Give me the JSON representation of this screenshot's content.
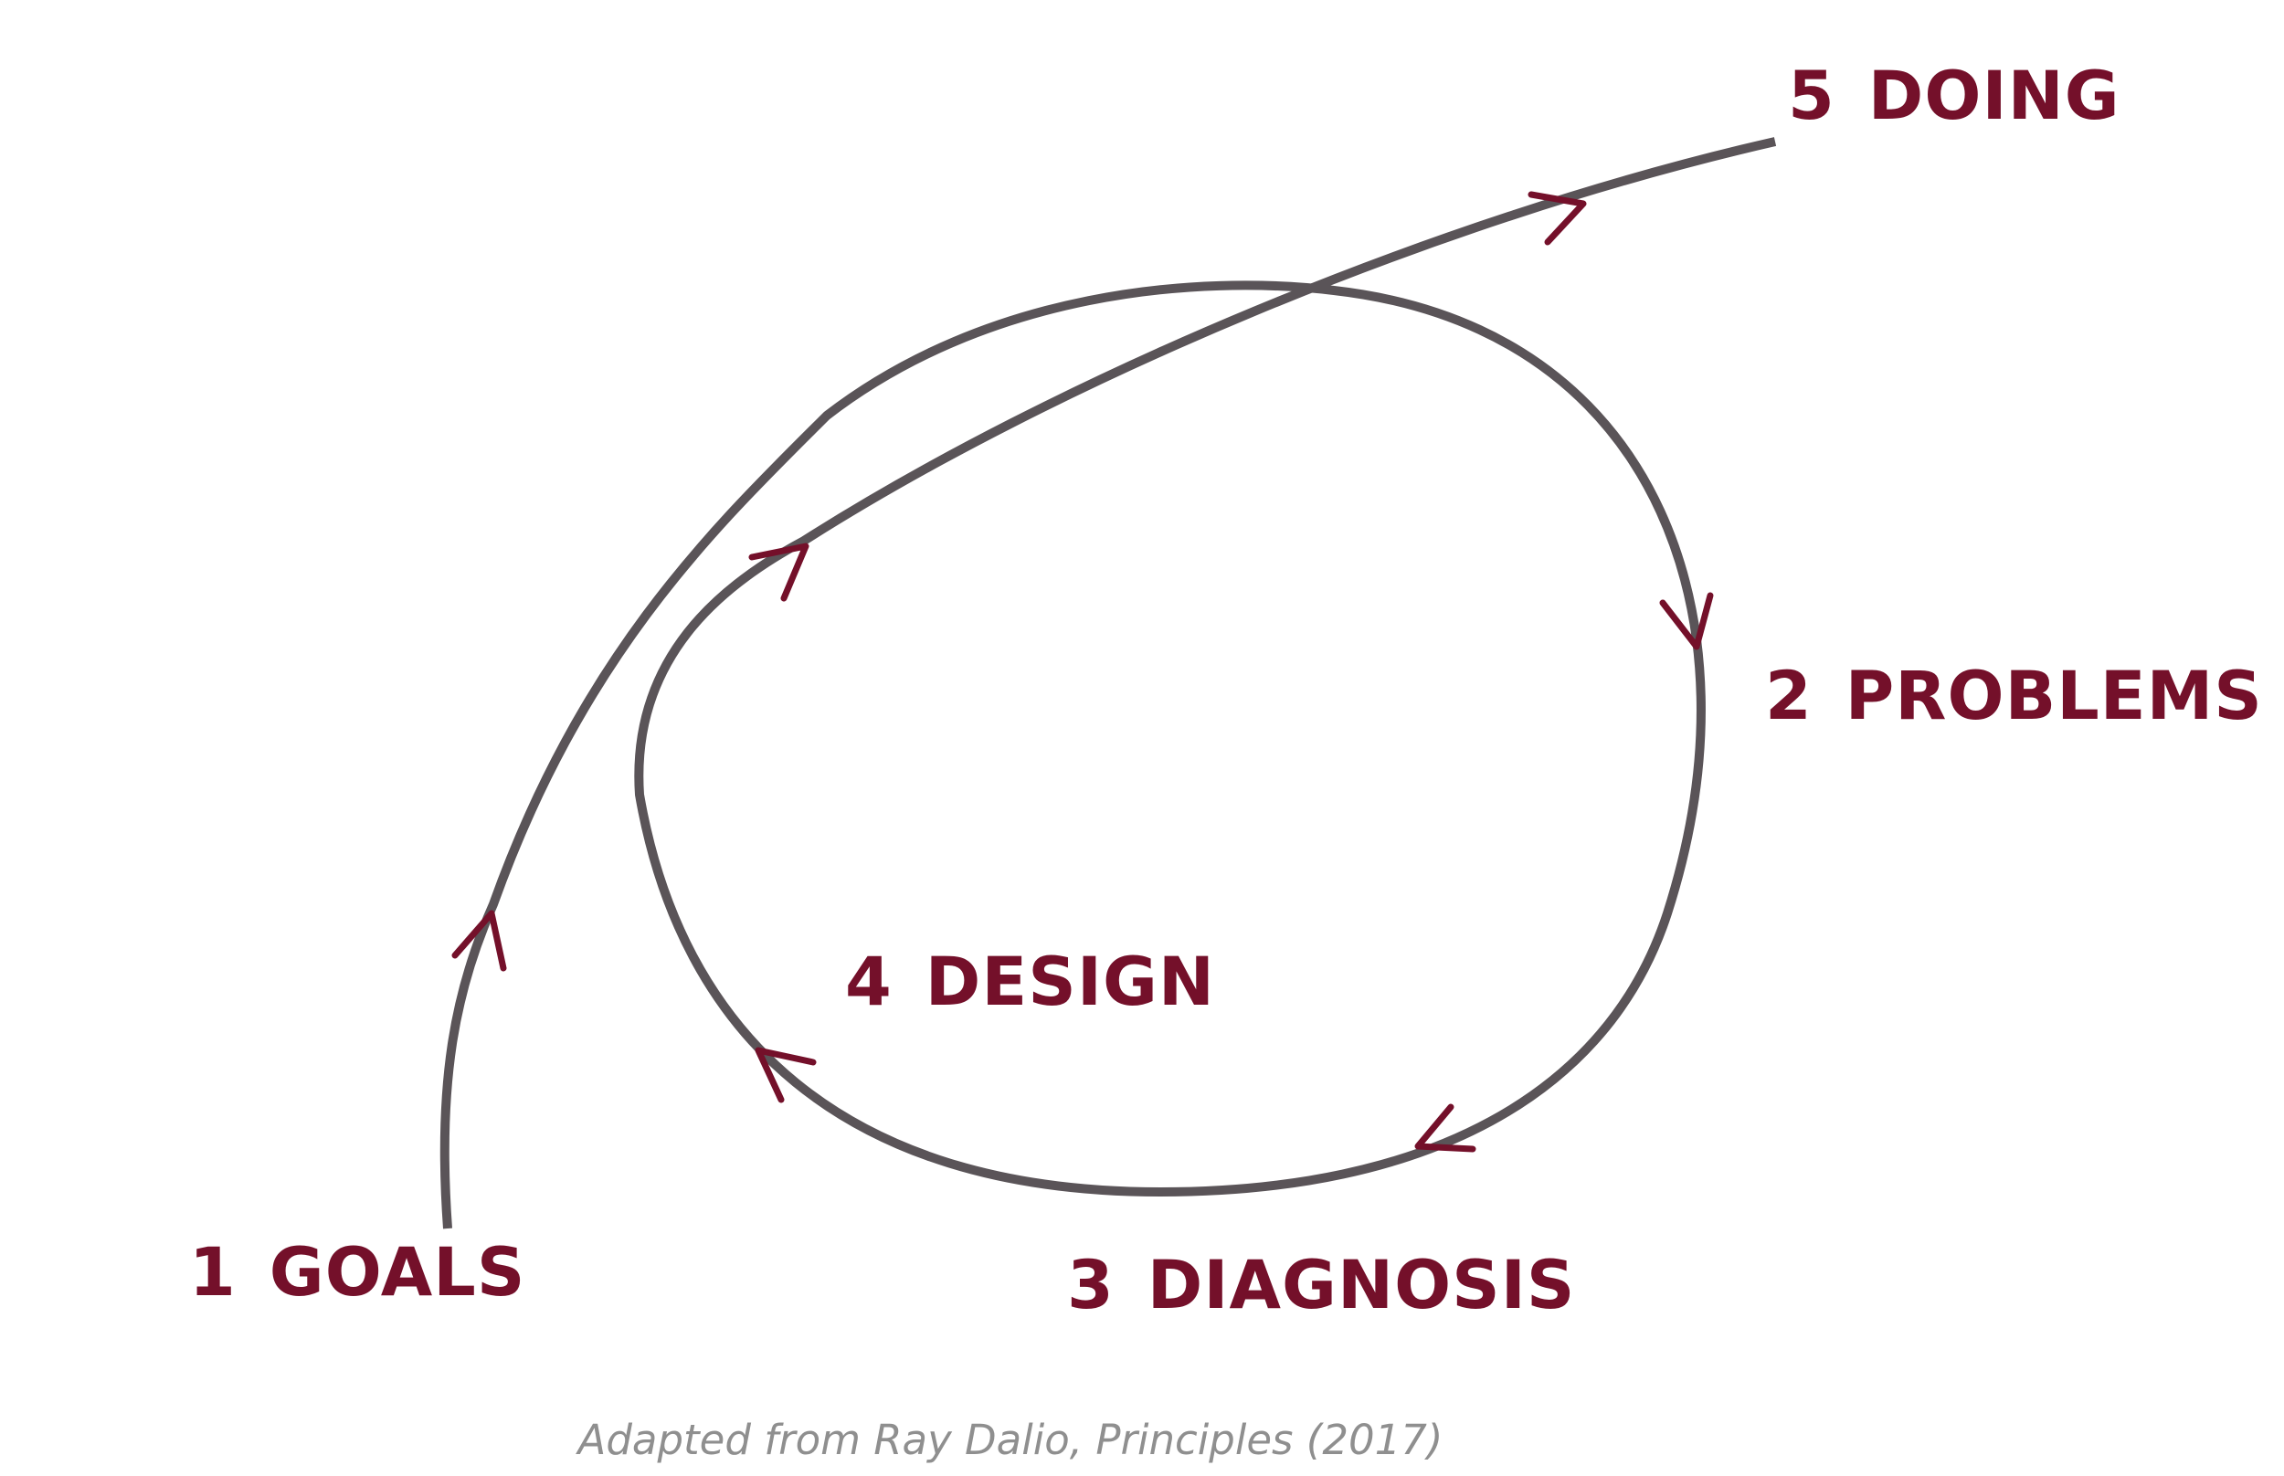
{
  "colors": {
    "background": "#ffffff",
    "curve": "#5a5458",
    "accent": "#74102a",
    "caption": "#8f8f8f"
  },
  "steps": [
    {
      "number": "1",
      "label": "GOALS"
    },
    {
      "number": "2",
      "label": "PROBLEMS"
    },
    {
      "number": "3",
      "label": "DIAGNOSIS"
    },
    {
      "number": "4",
      "label": "DESIGN"
    },
    {
      "number": "5",
      "label": "DOING"
    }
  ],
  "caption": "Adapted from Ray Dalio, Principles (2017)"
}
